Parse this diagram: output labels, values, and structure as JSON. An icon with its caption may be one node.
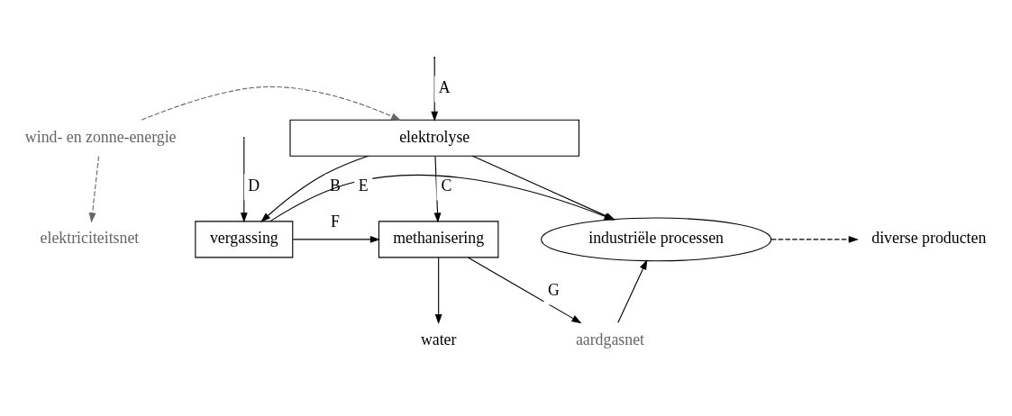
{
  "diagram": {
    "nodes": [
      {
        "text": [
          "elektriciteitsnet"
        ]
      },
      {
        "text": [
          "wind- en zonne-energie"
        ]
      },
      {
        "text": [
          "elektrolyse"
        ]
      },
      {
        "text": [
          "vergassing"
        ]
      },
      {
        "text": [
          "methanisering"
        ]
      },
      {
        "text": [
          "industriële processen"
        ]
      },
      {
        "text": [
          "diverse producten"
        ]
      },
      {
        "text": [
          "water"
        ]
      },
      {
        "text": [
          "aardgasnet"
        ]
      }
    ],
    "edges": [
      {
        "from": 1,
        "to": 0,
        "arrow": "to",
        "style": "dashed",
        "color": "#666666"
      },
      {
        "from": 1,
        "to": 2,
        "arrow": "to",
        "style": "dashed",
        "color": "#666666"
      },
      {
        "from": null,
        "to": 2,
        "arrow": "to",
        "label": "A"
      },
      {
        "from": 2,
        "to": 3,
        "arrow": "to",
        "label": "B"
      },
      {
        "from": 2,
        "to": 4,
        "arrow": "to",
        "label": "C"
      },
      {
        "from": 2,
        "to": 5,
        "arrow": "to"
      },
      {
        "from": null,
        "to": 3,
        "arrow": "to",
        "label": "D"
      },
      {
        "from": 3,
        "to": 4,
        "arrow": "to",
        "label": "F"
      },
      {
        "from": 3,
        "to": 5,
        "arrow": "to",
        "label": "E"
      },
      {
        "from": 4,
        "to": 7,
        "arrow": "to"
      },
      {
        "from": 4,
        "to": 8,
        "arrow": "to",
        "label": "G"
      },
      {
        "from": 8,
        "to": 5,
        "arrow": "to"
      },
      {
        "from": 5,
        "to": 6,
        "arrow": "to",
        "style": "dashed"
      }
    ]
  }
}
